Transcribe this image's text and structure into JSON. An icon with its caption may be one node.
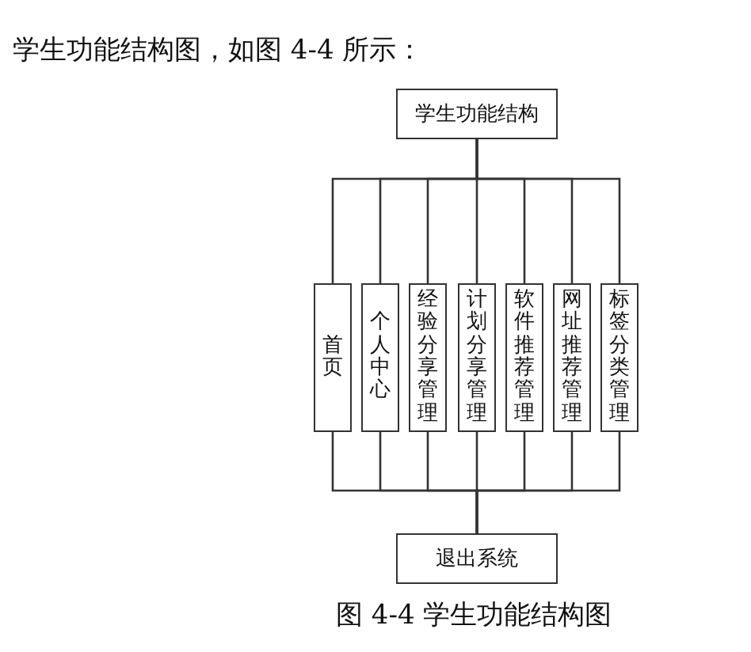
{
  "diagram": {
    "caption": "图 4-4 学生功能结构图",
    "nodes": [
      {
        "text": [
          "学生功能结构"
        ]
      },
      {
        "text": [
          "首页"
        ]
      },
      {
        "text": [
          "个人中心"
        ]
      },
      {
        "text": [
          "经验分享管理"
        ]
      },
      {
        "text": [
          "计划分享管理"
        ]
      },
      {
        "text": [
          "软件推荐管理"
        ]
      },
      {
        "text": [
          "网址推荐管理"
        ]
      },
      {
        "text": [
          "标签分类管理"
        ]
      },
      {
        "text": [
          "退出系统"
        ]
      }
    ],
    "edges": [
      {
        "from": 0,
        "to": 1,
        "arrow": "none"
      },
      {
        "from": 0,
        "to": 2,
        "arrow": "none"
      },
      {
        "from": 0,
        "to": 3,
        "arrow": "none"
      },
      {
        "from": 0,
        "to": 4,
        "arrow": "none"
      },
      {
        "from": 0,
        "to": 5,
        "arrow": "none"
      },
      {
        "from": 0,
        "to": 6,
        "arrow": "none"
      },
      {
        "from": 0,
        "to": 7,
        "arrow": "none"
      },
      {
        "from": 1,
        "to": 8,
        "arrow": "none"
      },
      {
        "from": 2,
        "to": 8,
        "arrow": "none"
      },
      {
        "from": 3,
        "to": 8,
        "arrow": "none"
      },
      {
        "from": 4,
        "to": 8,
        "arrow": "none"
      },
      {
        "from": 5,
        "to": 8,
        "arrow": "none"
      },
      {
        "from": 6,
        "to": 8,
        "arrow": "none"
      },
      {
        "from": 7,
        "to": 8,
        "arrow": "none"
      }
    ],
    "labels": [
      "学生功能结构图，如图 4-4 所示："
    ]
  }
}
